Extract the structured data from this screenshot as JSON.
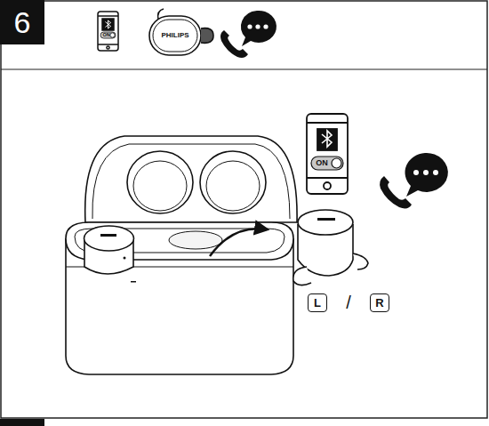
{
  "diagram": {
    "nodes": [
      {
        "text": [
          "6"
        ]
      },
      {
        "text": [
          "L"
        ]
      },
      {
        "text": [
          "R"
        ]
      }
    ],
    "labels": [
      "ON",
      "PHILIPS",
      "ON",
      "/"
    ]
  }
}
